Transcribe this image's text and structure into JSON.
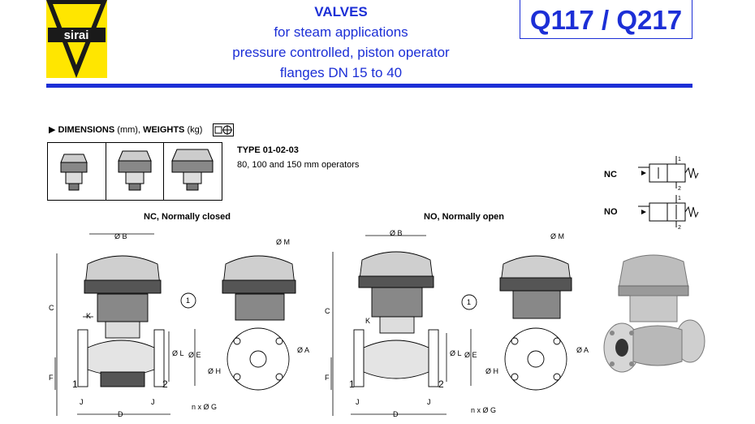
{
  "logo": {
    "text": "sirai"
  },
  "header": {
    "title": "VALVES",
    "lines": [
      "for steam applications",
      "pressure controlled, piston operator",
      "flanges DN 15 to 40"
    ],
    "model": "Q117 / Q217"
  },
  "section": {
    "marker": "▶",
    "dimensions_word": "DIMENSIONS",
    "units1": "(mm),",
    "weights_word": "WEIGHTS",
    "units2": "(kg)"
  },
  "types": {
    "title": "TYPE 01-02-03",
    "subtitle": "80, 100 and 150 mm operators"
  },
  "symbols": {
    "nc": "NC",
    "no": "NO",
    "port1": "1",
    "port2": "2"
  },
  "drawings": {
    "nc_title": "NC, Normally closed",
    "no_title": "NO, Normally open",
    "labels": {
      "b": "Ø B",
      "m": "Ø M",
      "c": "C",
      "k": "K",
      "f": "F",
      "j": "J",
      "d": "D",
      "l": "Ø L",
      "e": "Ø E",
      "a": "Ø A",
      "h": "Ø H",
      "g": "n x Ø G",
      "p1": "1",
      "p2": "2",
      "callout": "1"
    }
  },
  "colors": {
    "accent": "#1c2fd6",
    "logo_yellow": "#ffe600"
  }
}
